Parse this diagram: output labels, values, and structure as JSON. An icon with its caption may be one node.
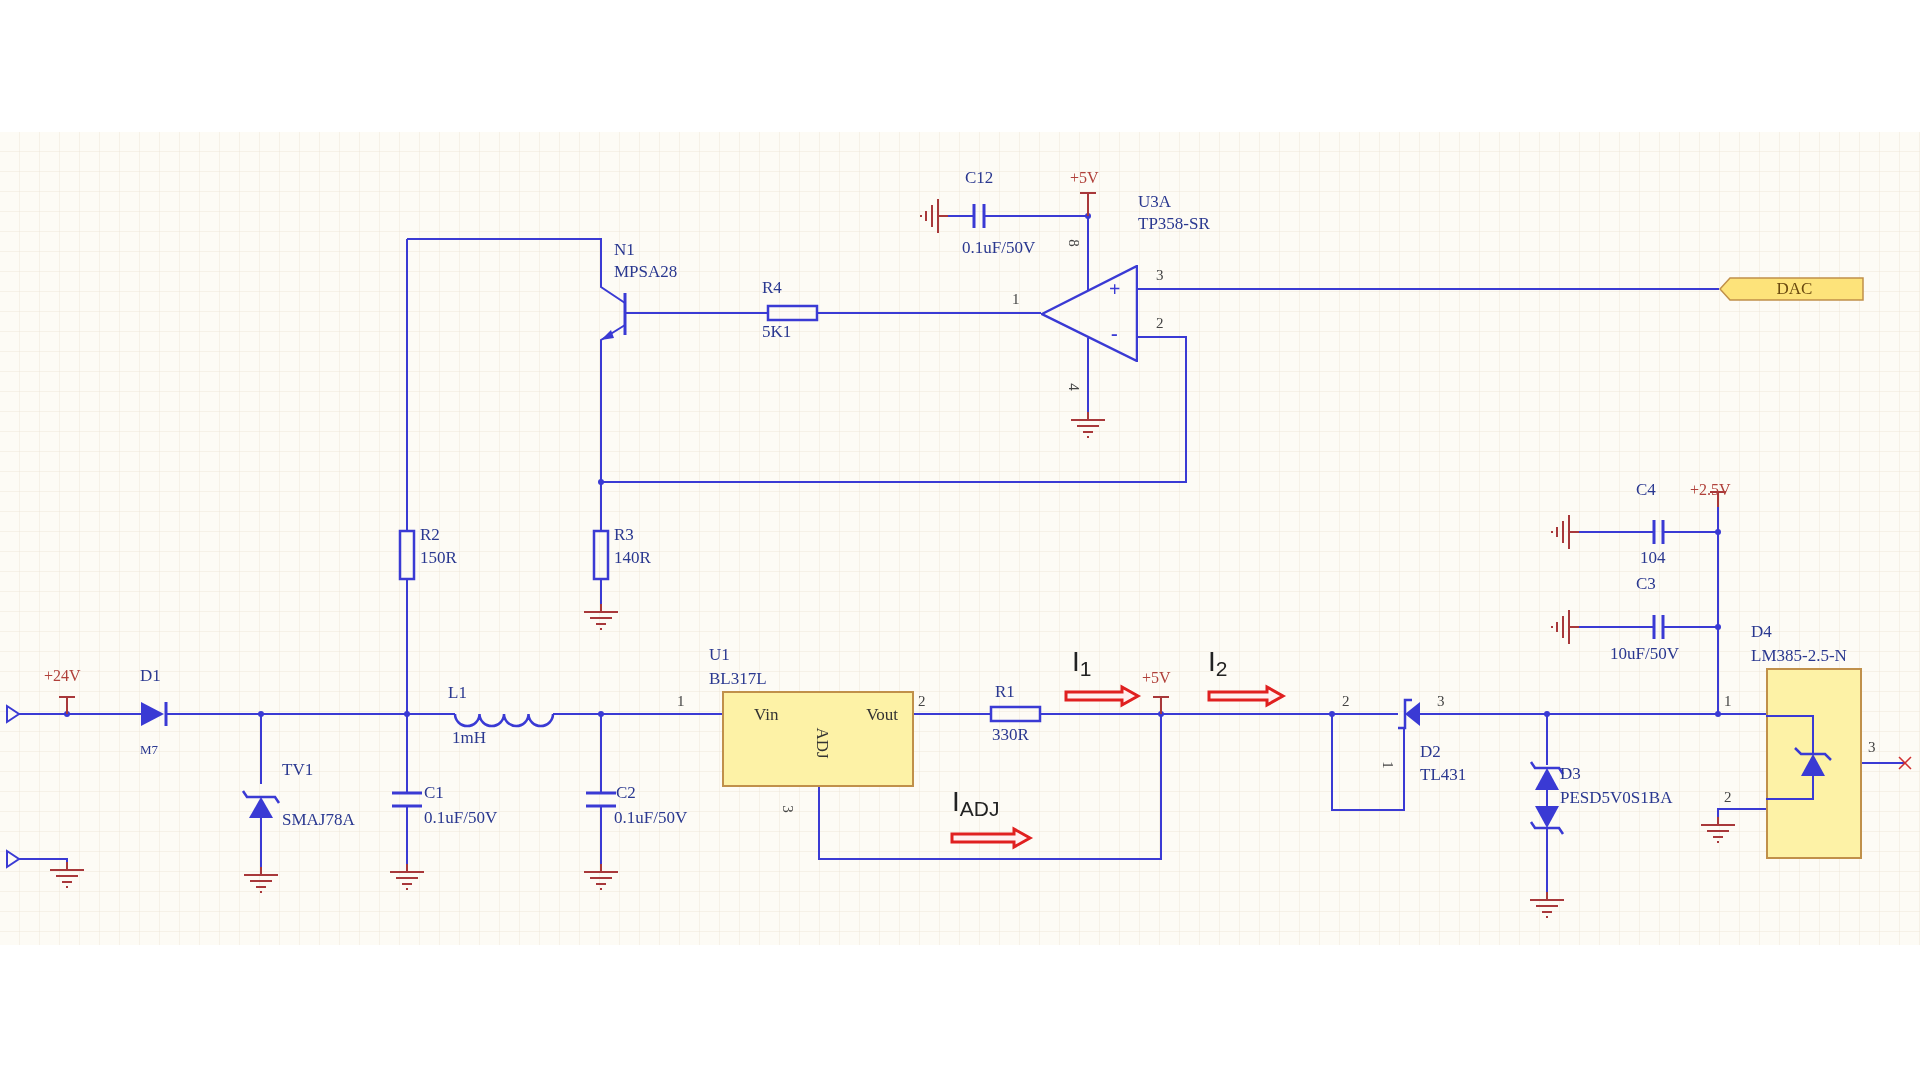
{
  "diagram": {
    "nodes": [
      {
        "text": [
          "Vin",
          "Vout",
          "ADJ"
        ],
        "beside": [
          "U1",
          "BL317L"
        ]
      },
      {
        "text": [],
        "shape": "box",
        "beside": [
          "D4",
          "LM385-2.5-N"
        ]
      },
      {
        "text": [
          "DAC"
        ]
      },
      {
        "text": [
          "+",
          "-"
        ]
      }
    ],
    "edges": [
      {
        "from": 3,
        "to": 2,
        "arrow": "none"
      }
    ],
    "labels": [
      "C12",
      "+5V",
      "U3A",
      "TP358-SR",
      "8",
      "N1",
      "0.1uF/50V",
      "MPSA28",
      "R4",
      "3",
      "1",
      "2",
      "5K1",
      "4",
      "C4",
      "+2.5V",
      "R2",
      "150R",
      "R3",
      "140R",
      "104",
      "C3",
      "10uF/50V",
      "+24V",
      "D1",
      "L1",
      "1",
      "2",
      "R1",
      "I$_{1}$",
      "+5V",
      "I$_{2}$",
      "2",
      "3",
      "1",
      "M7",
      "1mH",
      "330R",
      "3",
      "TV1",
      "C1",
      "C2",
      "3",
      "D2",
      "TL431",
      "1",
      "D3",
      "SMAJ78A",
      "0.1uF/50V",
      "0.1uF/50V",
      "I$_{ADJ}$",
      "PESD5V0S1BA",
      "2"
    ]
  }
}
